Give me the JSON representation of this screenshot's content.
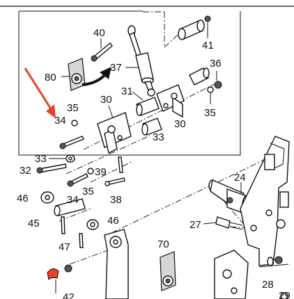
{
  "diagram": {
    "part_labels": [
      "40",
      "41",
      "80",
      "37",
      "36",
      "31",
      "35",
      "30",
      "34",
      "35",
      "30",
      "33",
      "33",
      "32",
      "39",
      "35",
      "34",
      "38",
      "24",
      "46",
      "46",
      "45",
      "27",
      "47",
      "70",
      "28",
      "29",
      "42"
    ],
    "colors": {
      "line": "#111111",
      "background": "#ffffff",
      "arrow_highlight": "#e8412c",
      "part_highlight": "#e8412c"
    }
  }
}
